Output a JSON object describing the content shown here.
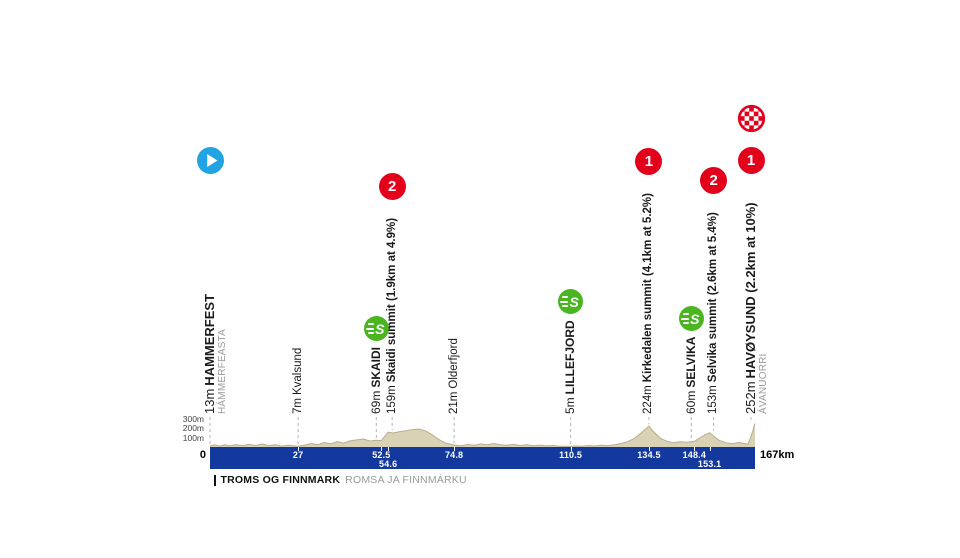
{
  "colors": {
    "bar_blue": "#14399e",
    "climb_red": "#e2001a",
    "sprint_green": "#4ab520",
    "start_blue": "#22a3e2",
    "profile_fill": "#d9d2b4",
    "profile_stroke": "#b7ae8f",
    "connector_gray": "#b3b3b3",
    "text_secondary": "#9a9a9a"
  },
  "axis": {
    "start_label": "0",
    "end_label": "167km",
    "y_ticks": [
      {
        "label": "300m",
        "value": 300
      },
      {
        "label": "200m",
        "value": 200
      },
      {
        "label": "100m",
        "value": 100
      }
    ]
  },
  "footer": {
    "region_primary": "TROMS OG FINNMARK",
    "region_secondary": "ROMSA JA FINNMÁRKU"
  },
  "badge_defs": {
    "start": {
      "glyph": "play",
      "meaning": "stage start"
    },
    "cat1": {
      "glyph": "1",
      "meaning": "category 1 climb"
    },
    "cat2": {
      "glyph": "2",
      "meaning": "category 2 climb"
    },
    "sprint": {
      "glyph": "S",
      "meaning": "intermediate sprint"
    },
    "finish": {
      "glyph": "checkered-flag",
      "meaning": "stage finish"
    }
  },
  "waypoints": [
    {
      "km": 0,
      "elev": "13m",
      "name": "HAMMERFEST",
      "secondary": "HÁMMERFEASTA",
      "kind": "start",
      "badges": [
        "start"
      ]
    },
    {
      "km": 27,
      "elev": "7m",
      "name": "Kvalsund",
      "kind": "town",
      "badges": [],
      "km_label": "27",
      "km_row": 0
    },
    {
      "km": 52.5,
      "elev": "69m",
      "name": "SKAIDI",
      "kind": "sprint",
      "badges": [
        "sprint"
      ],
      "km_label": "52.5",
      "km_row": 0,
      "dx": -5
    },
    {
      "km": 54.6,
      "elev": "159m",
      "name": "Skaidi summit (1.9km at 4.9%)",
      "kind": "summit",
      "badges": [
        "cat2"
      ],
      "km_label": "54.6",
      "km_row": 1,
      "dx": 4
    },
    {
      "km": 74.8,
      "elev": "21m",
      "name": "Olderfjord",
      "kind": "town",
      "badges": [],
      "km_label": "74.8",
      "km_row": 0
    },
    {
      "km": 110.5,
      "elev": "5m",
      "name": "LILLEFJORD",
      "kind": "sprint",
      "badges": [
        "sprint"
      ],
      "km_label": "110.5",
      "km_row": 0
    },
    {
      "km": 134.5,
      "elev": "224m",
      "name": "Kirkedalen summit (4.1km at 5.2%)",
      "kind": "summit",
      "badges": [
        "cat1"
      ],
      "km_label": "134.5",
      "km_row": 0
    },
    {
      "km": 148.4,
      "elev": "60m",
      "name": "SELVIKA",
      "kind": "sprint",
      "badges": [
        "sprint"
      ],
      "km_label": "148.4",
      "km_row": 0,
      "dx": -3
    },
    {
      "km": 153.1,
      "elev": "153m",
      "name": "Selvika summit (2.6km at 5.4%)",
      "kind": "summit",
      "badges": [
        "cat2"
      ],
      "km_label": "153.1",
      "km_row": 1,
      "dx": 4
    },
    {
      "km": 167,
      "elev": "252m",
      "name": "HAVØYSUND (2.2km at 10%)",
      "secondary": "ÁVANUORRI",
      "kind": "finish",
      "badges": [
        "cat1",
        "finish"
      ],
      "dx": -4
    }
  ],
  "chart_data": {
    "type": "area",
    "x_unit": "km",
    "y_unit": "m",
    "xlim": [
      0,
      167
    ],
    "ylim": [
      0,
      300
    ],
    "legend": "none",
    "grid": false,
    "profile": [
      [
        0,
        13
      ],
      [
        1.5,
        22
      ],
      [
        3,
        10
      ],
      [
        4.5,
        24
      ],
      [
        6,
        12
      ],
      [
        8,
        26
      ],
      [
        10,
        14
      ],
      [
        12,
        30
      ],
      [
        14,
        16
      ],
      [
        16,
        32
      ],
      [
        18,
        14
      ],
      [
        20,
        24
      ],
      [
        22,
        10
      ],
      [
        24,
        18
      ],
      [
        27,
        7
      ],
      [
        29,
        20
      ],
      [
        31,
        38
      ],
      [
        33,
        24
      ],
      [
        35,
        48
      ],
      [
        37,
        34
      ],
      [
        39,
        58
      ],
      [
        41,
        42
      ],
      [
        43,
        66
      ],
      [
        45,
        76
      ],
      [
        47,
        86
      ],
      [
        49,
        64
      ],
      [
        51,
        72
      ],
      [
        52.5,
        69
      ],
      [
        53.5,
        112
      ],
      [
        54.6,
        159
      ],
      [
        56,
        150
      ],
      [
        58,
        163
      ],
      [
        60,
        175
      ],
      [
        62,
        187
      ],
      [
        64,
        193
      ],
      [
        66,
        174
      ],
      [
        68,
        132
      ],
      [
        70,
        84
      ],
      [
        72,
        44
      ],
      [
        74.8,
        21
      ],
      [
        77,
        14
      ],
      [
        79,
        27
      ],
      [
        81,
        18
      ],
      [
        83,
        33
      ],
      [
        85,
        22
      ],
      [
        87,
        37
      ],
      [
        89,
        24
      ],
      [
        91,
        18
      ],
      [
        93,
        28
      ],
      [
        95,
        16
      ],
      [
        97,
        24
      ],
      [
        99,
        14
      ],
      [
        101,
        20
      ],
      [
        103,
        12
      ],
      [
        105,
        16
      ],
      [
        107,
        9
      ],
      [
        109,
        7
      ],
      [
        110.5,
        5
      ],
      [
        112,
        12
      ],
      [
        114,
        8
      ],
      [
        116,
        16
      ],
      [
        118,
        11
      ],
      [
        120,
        18
      ],
      [
        122,
        14
      ],
      [
        124,
        24
      ],
      [
        126,
        38
      ],
      [
        128,
        58
      ],
      [
        130,
        92
      ],
      [
        132,
        148
      ],
      [
        134.5,
        224
      ],
      [
        136,
        162
      ],
      [
        138,
        92
      ],
      [
        140,
        62
      ],
      [
        142,
        46
      ],
      [
        144,
        56
      ],
      [
        146,
        50
      ],
      [
        148.4,
        60
      ],
      [
        150,
        96
      ],
      [
        151.5,
        126
      ],
      [
        153.1,
        153
      ],
      [
        154.5,
        112
      ],
      [
        156,
        72
      ],
      [
        158,
        46
      ],
      [
        160,
        34
      ],
      [
        162,
        48
      ],
      [
        163.5,
        40
      ],
      [
        164.8,
        30
      ],
      [
        165.6,
        95
      ],
      [
        166.3,
        170
      ],
      [
        167,
        252
      ]
    ]
  }
}
